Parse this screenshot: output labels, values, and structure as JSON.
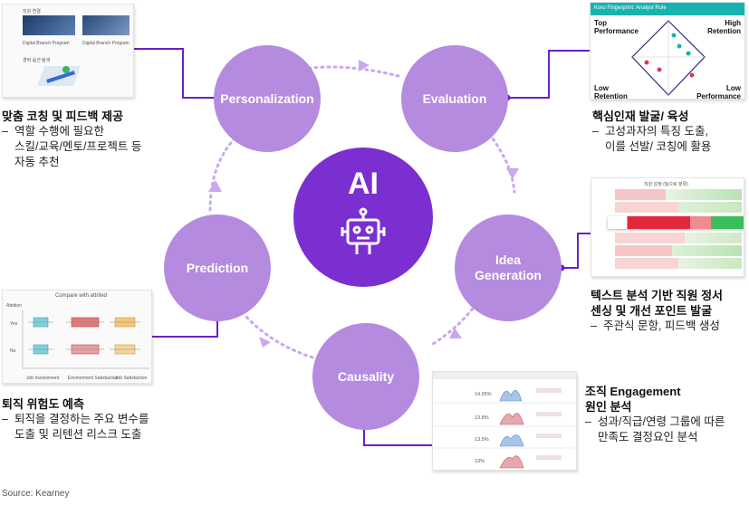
{
  "center": {
    "label": "AI",
    "icon": "robot-icon"
  },
  "stages": {
    "personalization": "Personalization",
    "evaluation": "Evaluation",
    "idea_generation_line1": "Idea",
    "idea_generation_line2": "Generation",
    "causality": "Causality",
    "prediction": "Prediction"
  },
  "callouts": {
    "personalization": {
      "heading": "맞춤 코칭 및 피드백 제공",
      "bullets": [
        "역할 수행에 필요한",
        "스킬/교육/멘토/프로젝트 등",
        "자동 추천"
      ]
    },
    "evaluation": {
      "heading": "핵심인재 발굴/ 육성",
      "bullets": [
        "고성과자의 특징 도출,",
        "이를 선발/ 코칭에 활용"
      ]
    },
    "idea_generation": {
      "heading_line1": "텍스트 분석 기반 직원 정서",
      "heading_line2": "센싱 및 개선 포인트 발굴",
      "bullets": [
        "주관식 문항, 피드백 생성"
      ]
    },
    "causality": {
      "heading_line1": "조직 Engagement",
      "heading_line2": "원인 분석",
      "bullets": [
        "성과/직급/연령 그룹에 따른",
        "만족도 결정요인 분석"
      ]
    },
    "prediction": {
      "heading": "퇴직 위험도 예측",
      "bullets": [
        "퇴직을 결정하는 주요 변수를",
        "도출 및 리텐션 리스크 도출"
      ]
    }
  },
  "thumbnails": {
    "personalization": {
      "section1": "직원 연결",
      "card1": "Digital Branch Program",
      "card2": "Digital Branch Program",
      "section2": "경력 옵션 탐색"
    },
    "evaluation": {
      "title": "Koru Fingerprint: Analyst Role",
      "top_performance": "Top Performance",
      "high_retention": "High Retention",
      "low_retention": "Low Retention",
      "low_performance": "Low Performance"
    },
    "idea_generation": {
      "title": "직원 감정 (팀으로 분류)"
    },
    "causality": {
      "values": [
        "14.05%",
        "13.8%",
        "13.5%",
        "13%"
      ]
    },
    "prediction": {
      "title": "Compare with attrited",
      "legend": "Attrition",
      "row1": "Yes",
      "row2": "No",
      "axis1": "Job Involvement",
      "axis2": "Environment Satisfaction",
      "axis3": "Job Satisfaction"
    }
  },
  "colors": {
    "stage_circle": "#b58be0",
    "center_circle": "#7b2fd0",
    "connector": "#6a1fc9",
    "dotted_arrow": "#c9a8ee"
  },
  "source": "Source: Kearney"
}
